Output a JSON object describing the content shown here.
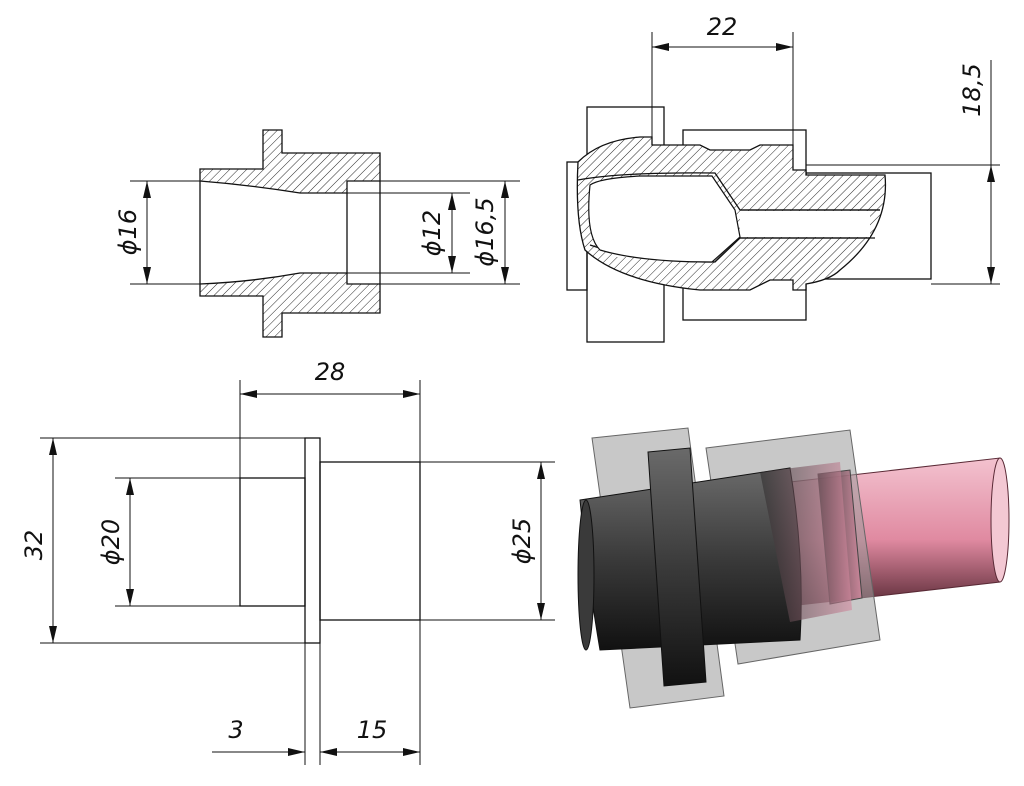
{
  "dimensions": {
    "d16": "ϕ16",
    "d12": "ϕ12",
    "d16_5": "ϕ16,5",
    "w22": "22",
    "h18_5": "18,5",
    "w28": "28",
    "h32": "32",
    "d20": "ϕ20",
    "d25": "ϕ25",
    "w3": "3",
    "w15": "15"
  },
  "colors": {
    "line": "#111111",
    "dark_part": "#2b2b2b",
    "translucent_part": "#9a9a9a",
    "pink_tube": "#e5a3b4"
  }
}
